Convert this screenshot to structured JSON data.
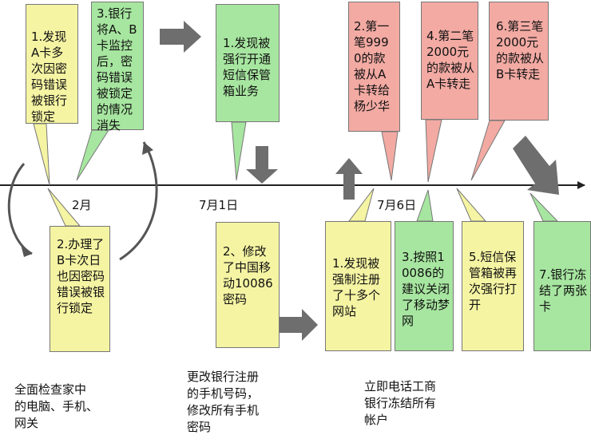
{
  "callouts": [
    {
      "id": "c1",
      "text": "1.发现A卡多次因密码错误被银行锁定"
    },
    {
      "id": "c2",
      "text": "3.银行将A、B卡监控后，密码错误被锁定的情况消失"
    },
    {
      "id": "c3",
      "text": "1.发现被强行开通短信保管箱业务"
    },
    {
      "id": "c4",
      "text": "2.第一笔9990的款被从A卡转给杨少华"
    },
    {
      "id": "c5",
      "text": "4.第二笔2000元的款被从A卡转走"
    },
    {
      "id": "c6",
      "text": "6.第三笔2000元的款被从B卡转走"
    },
    {
      "id": "c7",
      "text": "2.办理了B卡次日也因密码错误被银行锁定"
    },
    {
      "id": "c8",
      "text": "2、修改了中国移动10086密码"
    },
    {
      "id": "c9",
      "text": "1.发现被强制注册了十多个网站"
    },
    {
      "id": "c10",
      "text": "3.按照10086的建议关闭了移动梦网"
    },
    {
      "id": "c11",
      "text": "5.短信保管箱被再次强行打开"
    },
    {
      "id": "c12",
      "text": "7.银行冻结了两张卡"
    }
  ],
  "dates": {
    "feb": "2月",
    "jul1": "7月1日",
    "jul6": "7月6日"
  },
  "notes": {
    "n1": "全面检查家中\n的电脑、手机、\n网关",
    "n2": "更改银行注册\n的手机号码，\n修改所有手机\n密码",
    "n3": "立即电话工商\n银行冻结所有\n帐户"
  },
  "colors": {
    "yellow": "#f5f4a3",
    "green": "#a7e6a0",
    "red": "#f2aaa3",
    "arrow": "#6e6e6e"
  }
}
